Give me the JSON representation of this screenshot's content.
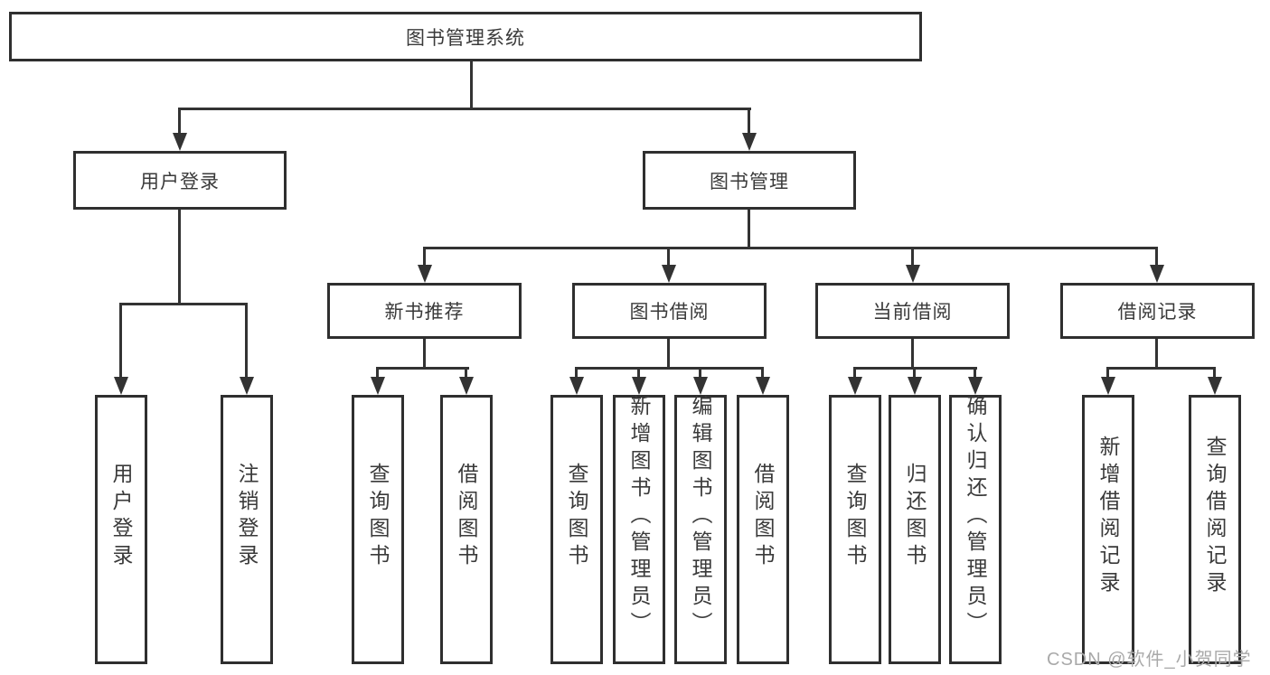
{
  "diagram": {
    "root": {
      "label": "图书管理系统"
    },
    "level2": [
      {
        "label": "用户登录",
        "children": [
          {
            "label": "用户登录"
          },
          {
            "label": "注销登录"
          }
        ]
      },
      {
        "label": "图书管理",
        "children": [
          {
            "label": "新书推荐",
            "children": [
              {
                "label": "查询图书"
              },
              {
                "label": "借阅图书"
              }
            ]
          },
          {
            "label": "图书借阅",
            "children": [
              {
                "label": "查询图书"
              },
              {
                "label": "新增图书（管理员）"
              },
              {
                "label": "编辑图书（管理员）"
              },
              {
                "label": "借阅图书"
              }
            ]
          },
          {
            "label": "当前借阅",
            "children": [
              {
                "label": "查询图书"
              },
              {
                "label": "归还图书"
              },
              {
                "label": "确认归还（管理员）"
              }
            ]
          },
          {
            "label": "借阅记录",
            "children": [
              {
                "label": "新增借阅记录"
              },
              {
                "label": "查询借阅记录"
              }
            ]
          }
        ]
      }
    ],
    "watermark": {
      "text": "CSDN @软件_小贺同学"
    },
    "colors": {
      "border": "#2f2f2f",
      "connector": "#333333",
      "text": "#3a3a3a",
      "watermark": "#a9a9a9",
      "background": "#ffffff"
    }
  }
}
